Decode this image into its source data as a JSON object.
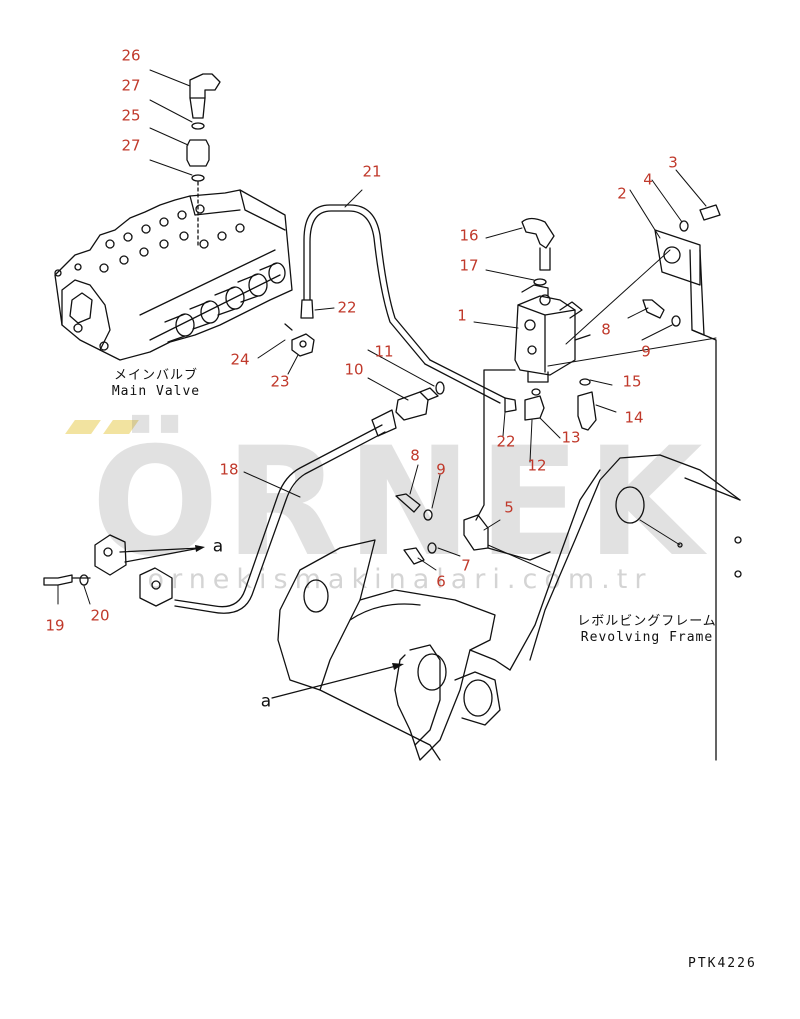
{
  "callouts": {
    "n1": "1",
    "n2": "2",
    "n3": "3",
    "n4": "4",
    "n5": "5",
    "n6": "6",
    "n7": "7",
    "n8a": "8",
    "n8b": "8",
    "n9a": "9",
    "n9b": "9",
    "n10": "10",
    "n11": "11",
    "n12": "12",
    "n13": "13",
    "n14": "14",
    "n15": "15",
    "n16": "16",
    "n17": "17",
    "n18": "18",
    "n19": "19",
    "n20": "20",
    "n21": "21",
    "n22a": "22",
    "n22b": "22",
    "n23": "23",
    "n24": "24",
    "n25": "25",
    "n26": "26",
    "n27a": "27",
    "n27b": "27"
  },
  "refs": {
    "a1": "a",
    "a2": "a"
  },
  "labels": {
    "main_valve_jp": "メインバルブ",
    "main_valve_en": "Main Valve",
    "revolving_frame_jp": "レボルビングフレーム",
    "revolving_frame_en": "Revolving Frame"
  },
  "drawing_code": "PTK4226",
  "watermark": {
    "brand": "ÖRNEK",
    "url": "ornekismakinalari.com.tr"
  },
  "colors": {
    "callout": "#c0392b",
    "line": "#111111",
    "watermark": "#9a9a9a",
    "accent": "#f2e3a0"
  }
}
